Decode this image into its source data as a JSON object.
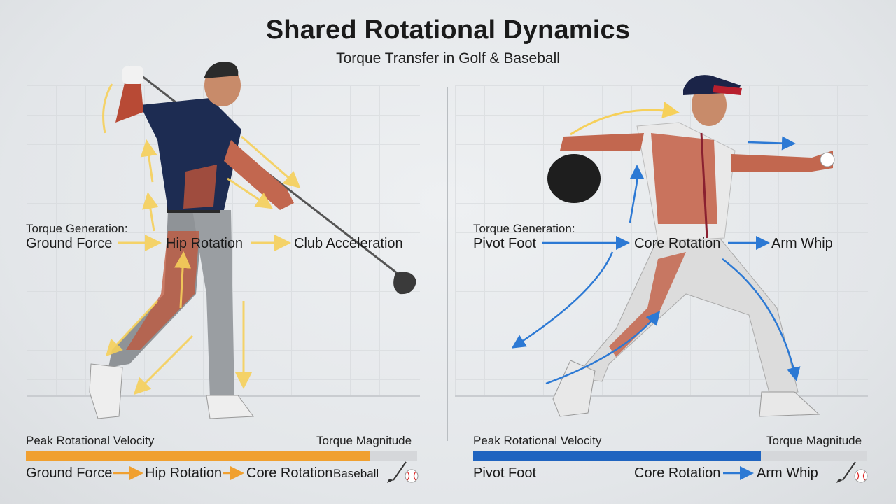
{
  "header": {
    "title": "Shared Rotational Dynamics",
    "subtitle": "Torque Transfer in Golf & Baseball"
  },
  "golf": {
    "torque_label": "Torque Generation:",
    "chain": [
      "Ground Force",
      "Hip Rotation",
      "Club Acceleration"
    ],
    "peak_label": "Peak Rotational Velocity",
    "magnitude_label": "Torque Magnitude",
    "bar_fraction": 0.88,
    "bottom_chain": [
      "Ground Force",
      "Hip Rotation",
      "Core Rotation"
    ],
    "bottom_tag": "Baseball",
    "accent": "#f0a030",
    "arrow_color": "#f6d05a"
  },
  "baseball": {
    "torque_label": "Torque Generation:",
    "chain": [
      "Pivot Foot",
      "Core Rotation",
      "Arm Whip"
    ],
    "peak_label": "Peak Rotational Velocity",
    "magnitude_label": "Torque Magnitude",
    "bar_fraction": 0.73,
    "bottom_chain": [
      "Pivot Foot",
      "Core Rotation",
      "Arm Whip"
    ],
    "accent": "#1f64c0",
    "arrow_color": "#2c79d4"
  },
  "icons": [
    "golf-club-icon",
    "baseball-icon"
  ]
}
